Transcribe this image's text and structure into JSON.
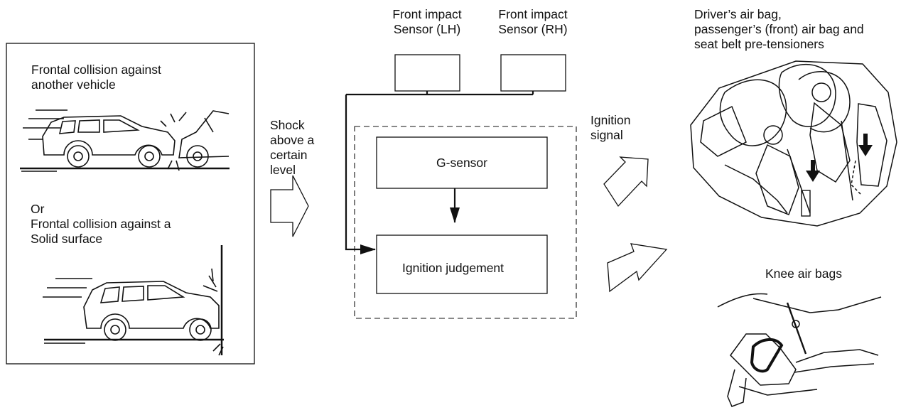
{
  "left_panel": {
    "collision1": [
      "Frontal collision against",
      "another vehicle"
    ],
    "collision2": [
      "Or",
      "Frontal collision against a",
      "Solid surface"
    ]
  },
  "shock_label": [
    "Shock",
    "above a",
    "certain",
    "level"
  ],
  "sensors": {
    "lh": [
      "Front impact",
      "Sensor (LH)"
    ],
    "rh": [
      "Front impact",
      "Sensor (RH)"
    ]
  },
  "ecu": {
    "g_sensor": "G-sensor",
    "ignition_judgement": "Ignition judgement"
  },
  "ignition_signal": [
    "Ignition",
    "signal"
  ],
  "outputs": {
    "airbags": [
      "Driver’s air bag,",
      "passenger’s (front) air bag and",
      "seat belt pre-tensioners"
    ],
    "knee": "Knee air bags"
  }
}
